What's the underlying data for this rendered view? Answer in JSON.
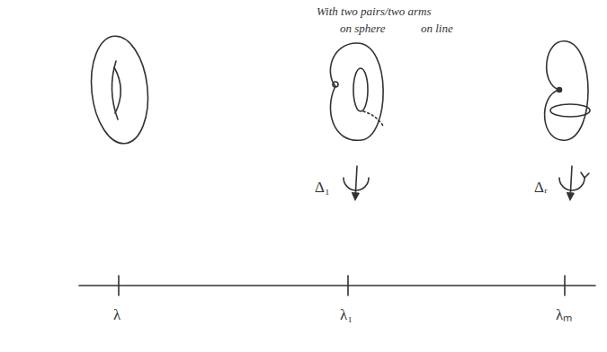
{
  "diagram": {
    "labels": [
      "With two pairs/two arms",
      "on sphere",
      "on line",
      "Δ₁",
      "Δᵣ",
      "λ",
      "λ₁",
      "λₘ"
    ]
  }
}
